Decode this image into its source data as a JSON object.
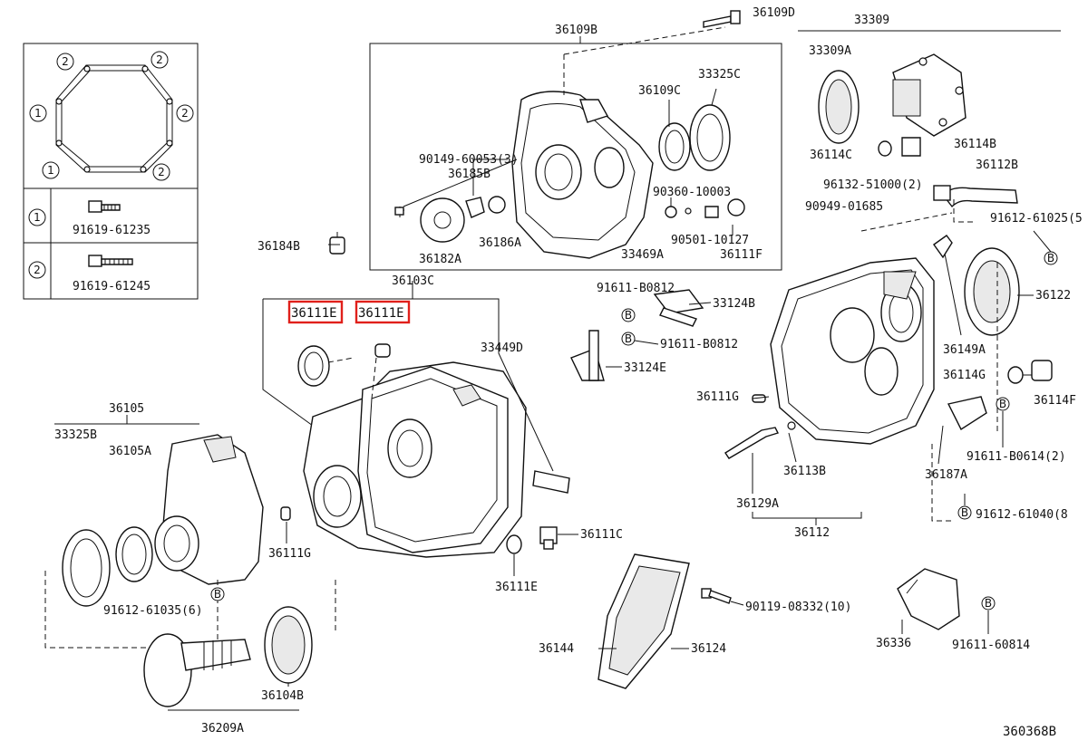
{
  "diagram_id": "360368B",
  "legend": {
    "markers": [
      "2",
      "2",
      "1",
      "2",
      "1",
      "2",
      "1",
      "2"
    ],
    "rows": [
      {
        "marker": "1",
        "part": "91619-61235"
      },
      {
        "marker": "2",
        "part": "91619-61245"
      }
    ]
  },
  "labels": {
    "p36109B": "36109B",
    "p36109D": "36109D",
    "p33309": "33309",
    "p33309A": "33309A",
    "p36109C": "36109C",
    "p33325C": "33325C",
    "p90149": "90149-60053(3)",
    "p36185B": "36185B",
    "p90360": "90360-10003",
    "p36114C": "36114C",
    "p36114B": "36114B",
    "p36112B": "36112B",
    "p96132": "96132-51000(2)",
    "p90949": "90949-01685",
    "p91612_61025": "91612-61025(5",
    "p36182A": "36182A",
    "p36186A": "36186A",
    "p33469A": "33469A",
    "p90501": "90501-10127",
    "p36111F": "36111F",
    "p36184B": "36184B",
    "p36103C": "36103C",
    "p36111E_1": "36111E",
    "p36111E_2": "36111E",
    "p33449D": "33449D",
    "p91611_B0812a": "91611-B0812",
    "p33124B": "33124B",
    "p91611_B0812b": "91611-B0812",
    "p33124E": "33124E",
    "p36122": "36122",
    "p36149A": "36149A",
    "p36114G": "36114G",
    "p36114F": "36114F",
    "p36111G_r": "36111G",
    "p91611_B0614": "91611-B0614(2)",
    "p36187A": "36187A",
    "p36113B": "36113B",
    "p36129A": "36129A",
    "p91612_61040": "91612-61040(8",
    "p36112": "36112",
    "p36105": "36105",
    "p33325B": "33325B",
    "p36105A": "36105A",
    "p36111G_l": "36111G",
    "p36111C": "36111C",
    "p36111E_b": "36111E",
    "p91612_61035": "91612-61035(6)",
    "p36144": "36144",
    "p36124": "36124",
    "p90119": "90119-08332(10)",
    "p36336": "36336",
    "p91611_60814": "91611-60814",
    "p36104B": "36104B",
    "p36209A": "36209A"
  },
  "circle_markers": {
    "b": "B"
  },
  "highlight_color": "#e0201b"
}
